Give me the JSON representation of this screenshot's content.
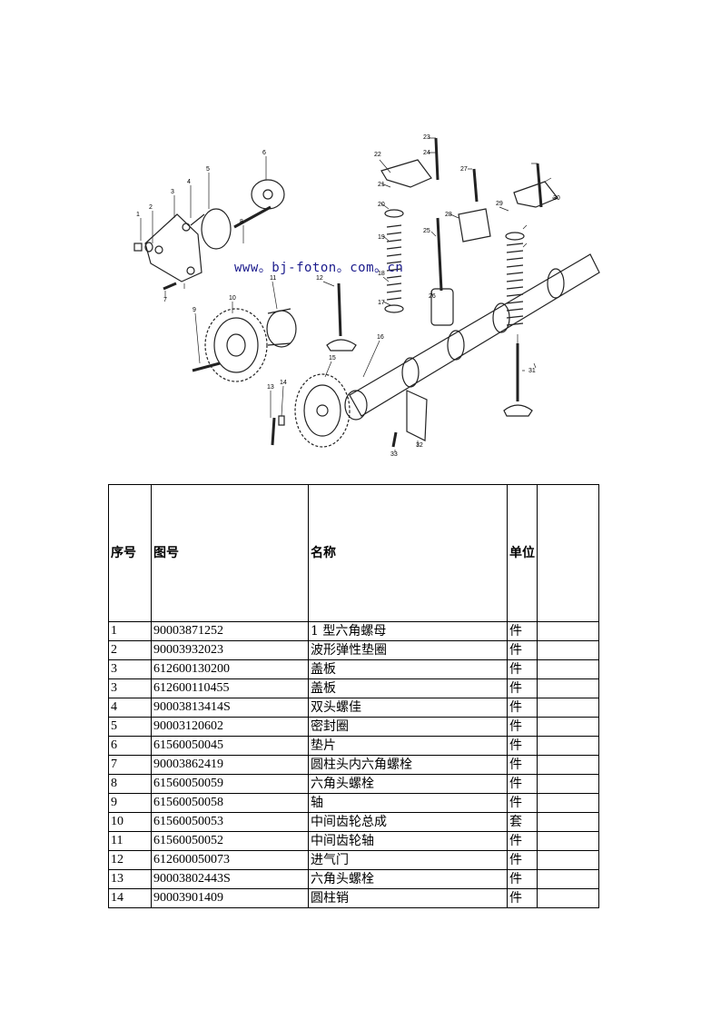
{
  "diagram": {
    "callouts": [
      "1",
      "2",
      "3",
      "4",
      "5",
      "6",
      "7",
      "8",
      "9",
      "10",
      "11",
      "12",
      "13",
      "14",
      "15",
      "16",
      "17",
      "18",
      "19",
      "20",
      "21",
      "22",
      "23",
      "24",
      "25",
      "26",
      "27",
      "28",
      "29",
      "30",
      "31",
      "32",
      "33"
    ],
    "watermark": "www。bj-foton。com。cn"
  },
  "table": {
    "headers": [
      "序号",
      "图号",
      "名称",
      "单位",
      ""
    ],
    "rows": [
      [
        "1",
        "90003871252",
        "1 型六角螺母",
        "件"
      ],
      [
        "2",
        "90003932023",
        "波形弹性垫圈",
        "件"
      ],
      [
        "3",
        "612600130200",
        "盖板",
        "件"
      ],
      [
        "3",
        "612600110455",
        "盖板",
        "件"
      ],
      [
        "4",
        "90003813414S",
        "双头螺佳",
        "件"
      ],
      [
        "5",
        "90003120602",
        "密封圈",
        "件"
      ],
      [
        "6",
        "61560050045",
        "垫片",
        "件"
      ],
      [
        "7",
        "90003862419",
        "圆柱头内六角螺栓",
        "件"
      ],
      [
        "8",
        "61560050059",
        "六角头螺栓",
        "件"
      ],
      [
        "9",
        "61560050058",
        "轴",
        "件"
      ],
      [
        "10",
        "61560050053",
        "中间齿轮总成",
        "套"
      ],
      [
        "11",
        "61560050052",
        "中间齿轮轴",
        "件"
      ],
      [
        "12",
        "612600050073",
        "进气门",
        "件"
      ],
      [
        "13",
        "90003802443S",
        "六角头螺栓",
        "件"
      ],
      [
        "14",
        "90003901409",
        "圆柱销",
        "件"
      ]
    ]
  }
}
